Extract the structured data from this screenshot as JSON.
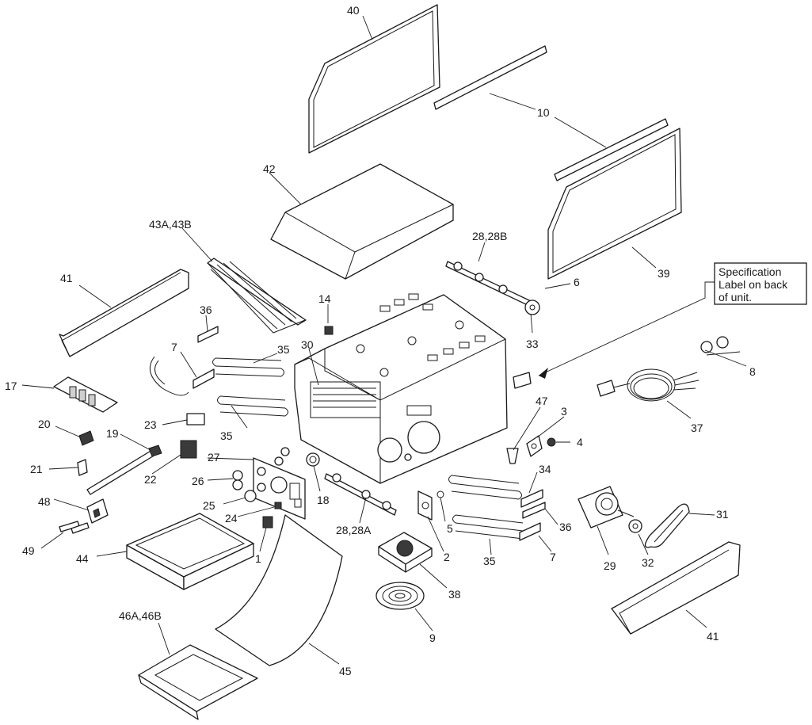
{
  "callouts": {
    "c40": "40",
    "c10": "10",
    "c42": "42",
    "c39": "39",
    "c43": "43A,43B",
    "c28b": "28,28B",
    "c6": "6",
    "c41a": "41",
    "c36a": "36",
    "c14": "14",
    "c7a": "7",
    "c35a": "35",
    "c30": "30",
    "c33": "33",
    "c8": "8",
    "c17": "17",
    "c23": "23",
    "c20": "20",
    "c19": "19",
    "c27": "27",
    "c47": "47",
    "c3": "3",
    "c4": "4",
    "c37": "37",
    "c21": "21",
    "c22": "22",
    "c26": "26",
    "c18": "18",
    "c34": "34",
    "c25": "25",
    "c24": "24",
    "c48": "48",
    "c5": "5",
    "c31": "31",
    "c28a": "28,28A",
    "c36b": "36",
    "c1": "1",
    "c49": "49",
    "c44": "44",
    "c2": "2",
    "c35b": "35",
    "c7b": "7",
    "c29": "29",
    "c32": "32",
    "c38": "38",
    "c9": "9",
    "c41b": "41",
    "c46": "46A,46B",
    "c45": "45"
  },
  "spec_label": {
    "line1": "Specification",
    "line2": "Label on back",
    "line3": "of unit."
  }
}
